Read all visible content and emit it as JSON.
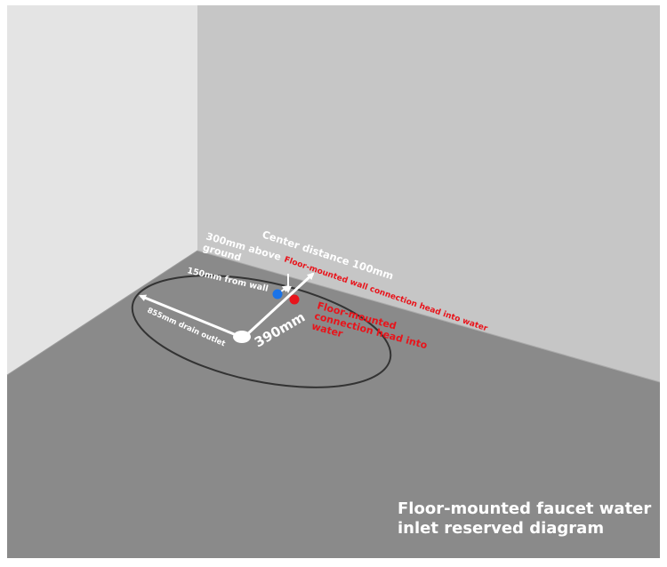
{
  "labels": {
    "height_above_ground": [
      "300mm above",
      "ground"
    ],
    "center_distance": "Center distance 100mm",
    "wall_connection_head": "Floor-mounted wall connection head into water",
    "from_wall": "150mm from wall",
    "floor_connection_head": [
      "Floor-mounted",
      "connection head into",
      "water"
    ],
    "drain_outlet": "855mm drain outlet",
    "radius": "390mm"
  },
  "caption": [
    "Floor-mounted faucet water",
    "inlet reserved diagram"
  ],
  "colors": {
    "left_wall": "#e4e4e4",
    "back_wall": "#c6c6c6",
    "floor": "#8a8a8a",
    "outline": "#333333",
    "label_white": "#ffffff",
    "label_red": "#e8141b",
    "cold_water_dot": "#1a73e8",
    "hot_water_dot": "#e8141b",
    "drain_dot": "#ffffff"
  }
}
